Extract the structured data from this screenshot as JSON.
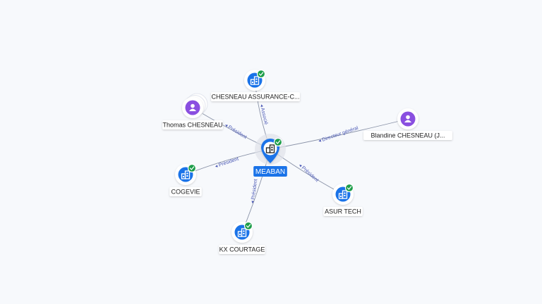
{
  "graph": {
    "center": {
      "label": "MEABAN",
      "type": "company",
      "verified": true
    },
    "nodes": [
      {
        "id": "chesneau-assurance",
        "label": "CHESNEAU ASSURANCE-C...",
        "type": "company",
        "verified": true
      },
      {
        "id": "thomas-chesneau",
        "label": "Thomas CHESNEAU",
        "type": "person",
        "verified": false
      },
      {
        "id": "blandine-chesneau",
        "label": "Blandine CHESNEAU (J...",
        "type": "person",
        "verified": false
      },
      {
        "id": "cogevie",
        "label": "COGEVIE",
        "type": "company",
        "verified": true
      },
      {
        "id": "asur-tech",
        "label": "ASUR TECH",
        "type": "company",
        "verified": true
      },
      {
        "id": "kx-courtage",
        "label": "KX COURTAGE",
        "type": "company",
        "verified": true
      }
    ],
    "edges": [
      {
        "target": "chesneau-assurance",
        "label": "Associé"
      },
      {
        "target": "thomas-chesneau",
        "label": "Président"
      },
      {
        "target": "blandine-chesneau",
        "label": "Directeur général"
      },
      {
        "target": "cogevie",
        "label": "Président"
      },
      {
        "target": "asur-tech",
        "label": "Président"
      },
      {
        "target": "kx-courtage",
        "label": "Président"
      }
    ]
  },
  "colors": {
    "company": "#1a73e8",
    "person": "#8a4fe0",
    "verified": "#1e9e4a",
    "edge": "#8a93a8",
    "edge_label": "#4b59b5",
    "center_pill": "#1a73e8"
  },
  "icons": {
    "company": "building-icon",
    "person": "user-icon",
    "verified": "check-badge-icon"
  }
}
